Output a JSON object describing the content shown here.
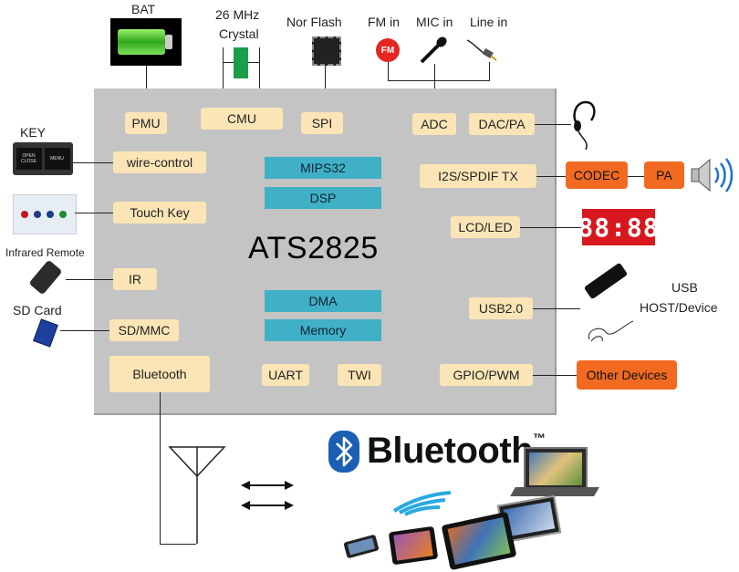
{
  "chip": {
    "name": "ATS2825"
  },
  "top_labels": {
    "bat": "BAT",
    "crystal_line1": "26 MHz",
    "crystal_line2": "Crystal",
    "nor_flash": "Nor Flash",
    "fm_in": "FM in",
    "mic_in": "MIC in",
    "line_in": "Line in"
  },
  "fm_badge": "FM",
  "left_labels": {
    "key": "KEY",
    "infrared_remote": "Infrared Remote",
    "sd_card": "SD Card"
  },
  "key_buttons": [
    "OPEN CLOSE",
    "MENU"
  ],
  "blocks": {
    "pmu": "PMU",
    "cmu": "CMU",
    "spi": "SPI",
    "adc": "ADC",
    "dac_pa": "DAC/PA",
    "wire_control": "wire-control",
    "touch_key": "Touch Key",
    "ir": "IR",
    "sd_mmc": "SD/MMC",
    "bluetooth": "Bluetooth",
    "uart": "UART",
    "twi": "TWI",
    "i2s_spdif": "I2S/SPDIF TX",
    "lcd_led": "LCD/LED",
    "usb2": "USB2.0",
    "gpio_pwm": "GPIO/PWM"
  },
  "core_blocks": {
    "mips32": "MIPS32",
    "dsp": "DSP",
    "dma": "DMA",
    "memory": "Memory"
  },
  "external_blocks": {
    "codec": "CODEC",
    "pa": "PA",
    "other_devices": "Other Devices"
  },
  "led_display": "88:88",
  "usb_label_line1": "USB",
  "usb_label_line2": "HOST/Device",
  "bluetooth_logo_text": "Bluetooth",
  "bluetooth_tm": "™",
  "colors": {
    "chip_bg": "#c4c4c4",
    "block": "#fbe5b6",
    "core_block": "#3fb0c6",
    "external_block": "#f26a21",
    "led_red": "#d7191f",
    "bluetooth_blue": "#1a5fb4"
  }
}
